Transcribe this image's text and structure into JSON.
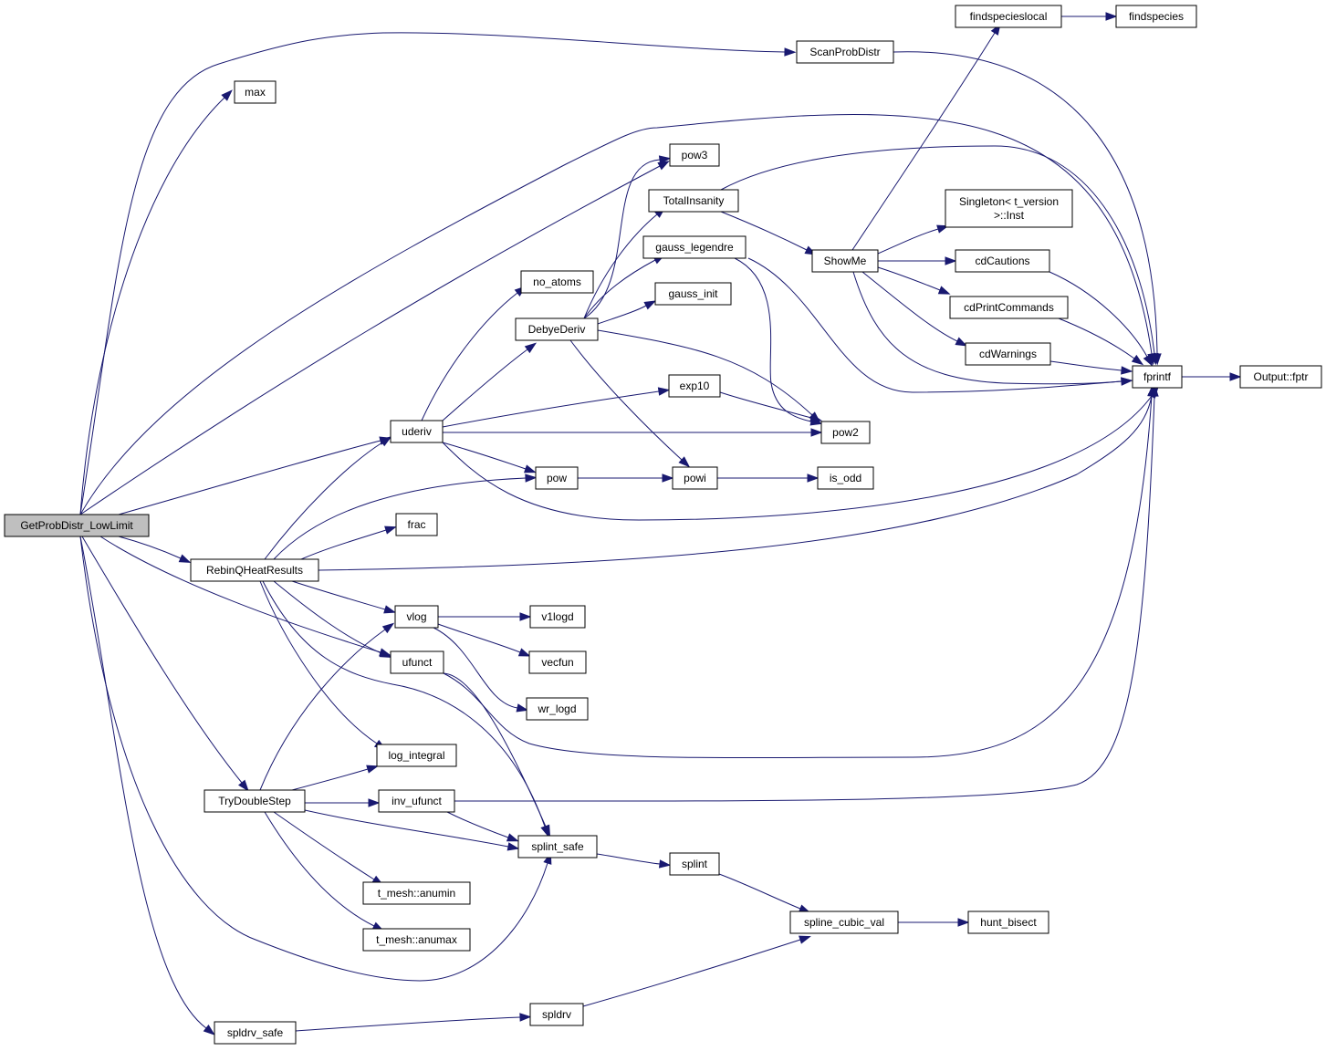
{
  "graph": {
    "root": "GetProbDistr_LowLimit",
    "colors": {
      "edge": "#191970",
      "node_border": "#000000",
      "node_fill": "#ffffff",
      "root_fill": "#bfbfbf"
    },
    "nodes": [
      {
        "id": "GetProbDistr_LowLimit",
        "lines": [
          "GetProbDistr_LowLimit"
        ]
      },
      {
        "id": "ScanProbDistr",
        "lines": [
          "ScanProbDistr"
        ]
      },
      {
        "id": "max",
        "lines": [
          "max"
        ]
      },
      {
        "id": "findspecieslocal",
        "lines": [
          "findspecieslocal"
        ]
      },
      {
        "id": "findspecies",
        "lines": [
          "findspecies"
        ]
      },
      {
        "id": "pow3",
        "lines": [
          "pow3"
        ]
      },
      {
        "id": "TotalInsanity",
        "lines": [
          "TotalInsanity"
        ]
      },
      {
        "id": "Singleton",
        "lines": [
          "Singleton< t_version",
          ">::Inst"
        ]
      },
      {
        "id": "gauss_legendre",
        "lines": [
          "gauss_legendre"
        ]
      },
      {
        "id": "ShowMe",
        "lines": [
          "ShowMe"
        ]
      },
      {
        "id": "cdCautions",
        "lines": [
          "cdCautions"
        ]
      },
      {
        "id": "no_atoms",
        "lines": [
          "no_atoms"
        ]
      },
      {
        "id": "gauss_init",
        "lines": [
          "gauss_init"
        ]
      },
      {
        "id": "cdPrintCommands",
        "lines": [
          "cdPrintCommands"
        ]
      },
      {
        "id": "DebyeDeriv",
        "lines": [
          "DebyeDeriv"
        ]
      },
      {
        "id": "cdWarnings",
        "lines": [
          "cdWarnings"
        ]
      },
      {
        "id": "fprintf",
        "lines": [
          "fprintf"
        ]
      },
      {
        "id": "Output_fptr",
        "lines": [
          "Output::fptr"
        ]
      },
      {
        "id": "exp10",
        "lines": [
          "exp10"
        ]
      },
      {
        "id": "uderiv",
        "lines": [
          "uderiv"
        ]
      },
      {
        "id": "pow2",
        "lines": [
          "pow2"
        ]
      },
      {
        "id": "pow",
        "lines": [
          "pow"
        ]
      },
      {
        "id": "powi",
        "lines": [
          "powi"
        ]
      },
      {
        "id": "is_odd",
        "lines": [
          "is_odd"
        ]
      },
      {
        "id": "frac",
        "lines": [
          "frac"
        ]
      },
      {
        "id": "RebinQHeatResults",
        "lines": [
          "RebinQHeatResults"
        ]
      },
      {
        "id": "vlog",
        "lines": [
          "vlog"
        ]
      },
      {
        "id": "v1logd",
        "lines": [
          "v1logd"
        ]
      },
      {
        "id": "ufunct",
        "lines": [
          "ufunct"
        ]
      },
      {
        "id": "vecfun",
        "lines": [
          "vecfun"
        ]
      },
      {
        "id": "wr_logd",
        "lines": [
          "wr_logd"
        ]
      },
      {
        "id": "log_integral",
        "lines": [
          "log_integral"
        ]
      },
      {
        "id": "TryDoubleStep",
        "lines": [
          "TryDoubleStep"
        ]
      },
      {
        "id": "inv_ufunct",
        "lines": [
          "inv_ufunct"
        ]
      },
      {
        "id": "splint_safe",
        "lines": [
          "splint_safe"
        ]
      },
      {
        "id": "splint",
        "lines": [
          "splint"
        ]
      },
      {
        "id": "anumin",
        "lines": [
          "t_mesh::anumin"
        ]
      },
      {
        "id": "spline_cubic_val",
        "lines": [
          "spline_cubic_val"
        ]
      },
      {
        "id": "hunt_bisect",
        "lines": [
          "hunt_bisect"
        ]
      },
      {
        "id": "anumax",
        "lines": [
          "t_mesh::anumax"
        ]
      },
      {
        "id": "spldrv",
        "lines": [
          "spldrv"
        ]
      },
      {
        "id": "spldrv_safe",
        "lines": [
          "spldrv_safe"
        ]
      }
    ],
    "edges": [
      {
        "from": "GetProbDistr_LowLimit",
        "to": "ScanProbDistr"
      },
      {
        "from": "GetProbDistr_LowLimit",
        "to": "max"
      },
      {
        "from": "GetProbDistr_LowLimit",
        "to": "fprintf"
      },
      {
        "from": "GetProbDistr_LowLimit",
        "to": "pow3"
      },
      {
        "from": "GetProbDistr_LowLimit",
        "to": "uderiv"
      },
      {
        "from": "GetProbDistr_LowLimit",
        "to": "RebinQHeatResults"
      },
      {
        "from": "GetProbDistr_LowLimit",
        "to": "ufunct"
      },
      {
        "from": "GetProbDistr_LowLimit",
        "to": "TryDoubleStep"
      },
      {
        "from": "GetProbDistr_LowLimit",
        "to": "splint_safe"
      },
      {
        "from": "GetProbDistr_LowLimit",
        "to": "spldrv_safe"
      },
      {
        "from": "ScanProbDistr",
        "to": "fprintf"
      },
      {
        "from": "findspecieslocal",
        "to": "findspecies"
      },
      {
        "from": "TotalInsanity",
        "to": "fprintf"
      },
      {
        "from": "TotalInsanity",
        "to": "ShowMe"
      },
      {
        "from": "gauss_legendre",
        "to": "pow2"
      },
      {
        "from": "gauss_legendre",
        "to": "fprintf"
      },
      {
        "from": "ShowMe",
        "to": "findspecieslocal"
      },
      {
        "from": "ShowMe",
        "to": "Singleton"
      },
      {
        "from": "ShowMe",
        "to": "cdCautions"
      },
      {
        "from": "ShowMe",
        "to": "cdPrintCommands"
      },
      {
        "from": "ShowMe",
        "to": "cdWarnings"
      },
      {
        "from": "ShowMe",
        "to": "fprintf"
      },
      {
        "from": "cdCautions",
        "to": "fprintf"
      },
      {
        "from": "cdPrintCommands",
        "to": "fprintf"
      },
      {
        "from": "cdWarnings",
        "to": "fprintf"
      },
      {
        "from": "DebyeDeriv",
        "to": "pow3"
      },
      {
        "from": "DebyeDeriv",
        "to": "TotalInsanity"
      },
      {
        "from": "DebyeDeriv",
        "to": "gauss_legendre"
      },
      {
        "from": "DebyeDeriv",
        "to": "gauss_init"
      },
      {
        "from": "DebyeDeriv",
        "to": "pow2"
      },
      {
        "from": "DebyeDeriv",
        "to": "powi"
      },
      {
        "from": "fprintf",
        "to": "Output_fptr"
      },
      {
        "from": "exp10",
        "to": "pow2"
      },
      {
        "from": "uderiv",
        "to": "no_atoms"
      },
      {
        "from": "uderiv",
        "to": "DebyeDeriv"
      },
      {
        "from": "uderiv",
        "to": "exp10"
      },
      {
        "from": "uderiv",
        "to": "pow2"
      },
      {
        "from": "uderiv",
        "to": "pow"
      },
      {
        "from": "uderiv",
        "to": "fprintf"
      },
      {
        "from": "pow",
        "to": "powi"
      },
      {
        "from": "powi",
        "to": "is_odd"
      },
      {
        "from": "RebinQHeatResults",
        "to": "uderiv"
      },
      {
        "from": "RebinQHeatResults",
        "to": "pow"
      },
      {
        "from": "RebinQHeatResults",
        "to": "frac"
      },
      {
        "from": "RebinQHeatResults",
        "to": "fprintf"
      },
      {
        "from": "RebinQHeatResults",
        "to": "vlog"
      },
      {
        "from": "RebinQHeatResults",
        "to": "ufunct"
      },
      {
        "from": "RebinQHeatResults",
        "to": "log_integral"
      },
      {
        "from": "RebinQHeatResults",
        "to": "splint_safe"
      },
      {
        "from": "vlog",
        "to": "v1logd"
      },
      {
        "from": "vlog",
        "to": "vecfun"
      },
      {
        "from": "vlog",
        "to": "wr_logd"
      },
      {
        "from": "ufunct",
        "to": "fprintf"
      },
      {
        "from": "ufunct",
        "to": "splint_safe"
      },
      {
        "from": "TryDoubleStep",
        "to": "vlog"
      },
      {
        "from": "TryDoubleStep",
        "to": "log_integral"
      },
      {
        "from": "TryDoubleStep",
        "to": "inv_ufunct"
      },
      {
        "from": "TryDoubleStep",
        "to": "splint_safe"
      },
      {
        "from": "TryDoubleStep",
        "to": "anumin"
      },
      {
        "from": "TryDoubleStep",
        "to": "anumax"
      },
      {
        "from": "inv_ufunct",
        "to": "fprintf"
      },
      {
        "from": "inv_ufunct",
        "to": "splint_safe"
      },
      {
        "from": "splint_safe",
        "to": "splint"
      },
      {
        "from": "splint",
        "to": "spline_cubic_val"
      },
      {
        "from": "spline_cubic_val",
        "to": "hunt_bisect"
      },
      {
        "from": "spldrv",
        "to": "spline_cubic_val"
      },
      {
        "from": "spldrv_safe",
        "to": "spldrv"
      }
    ]
  }
}
